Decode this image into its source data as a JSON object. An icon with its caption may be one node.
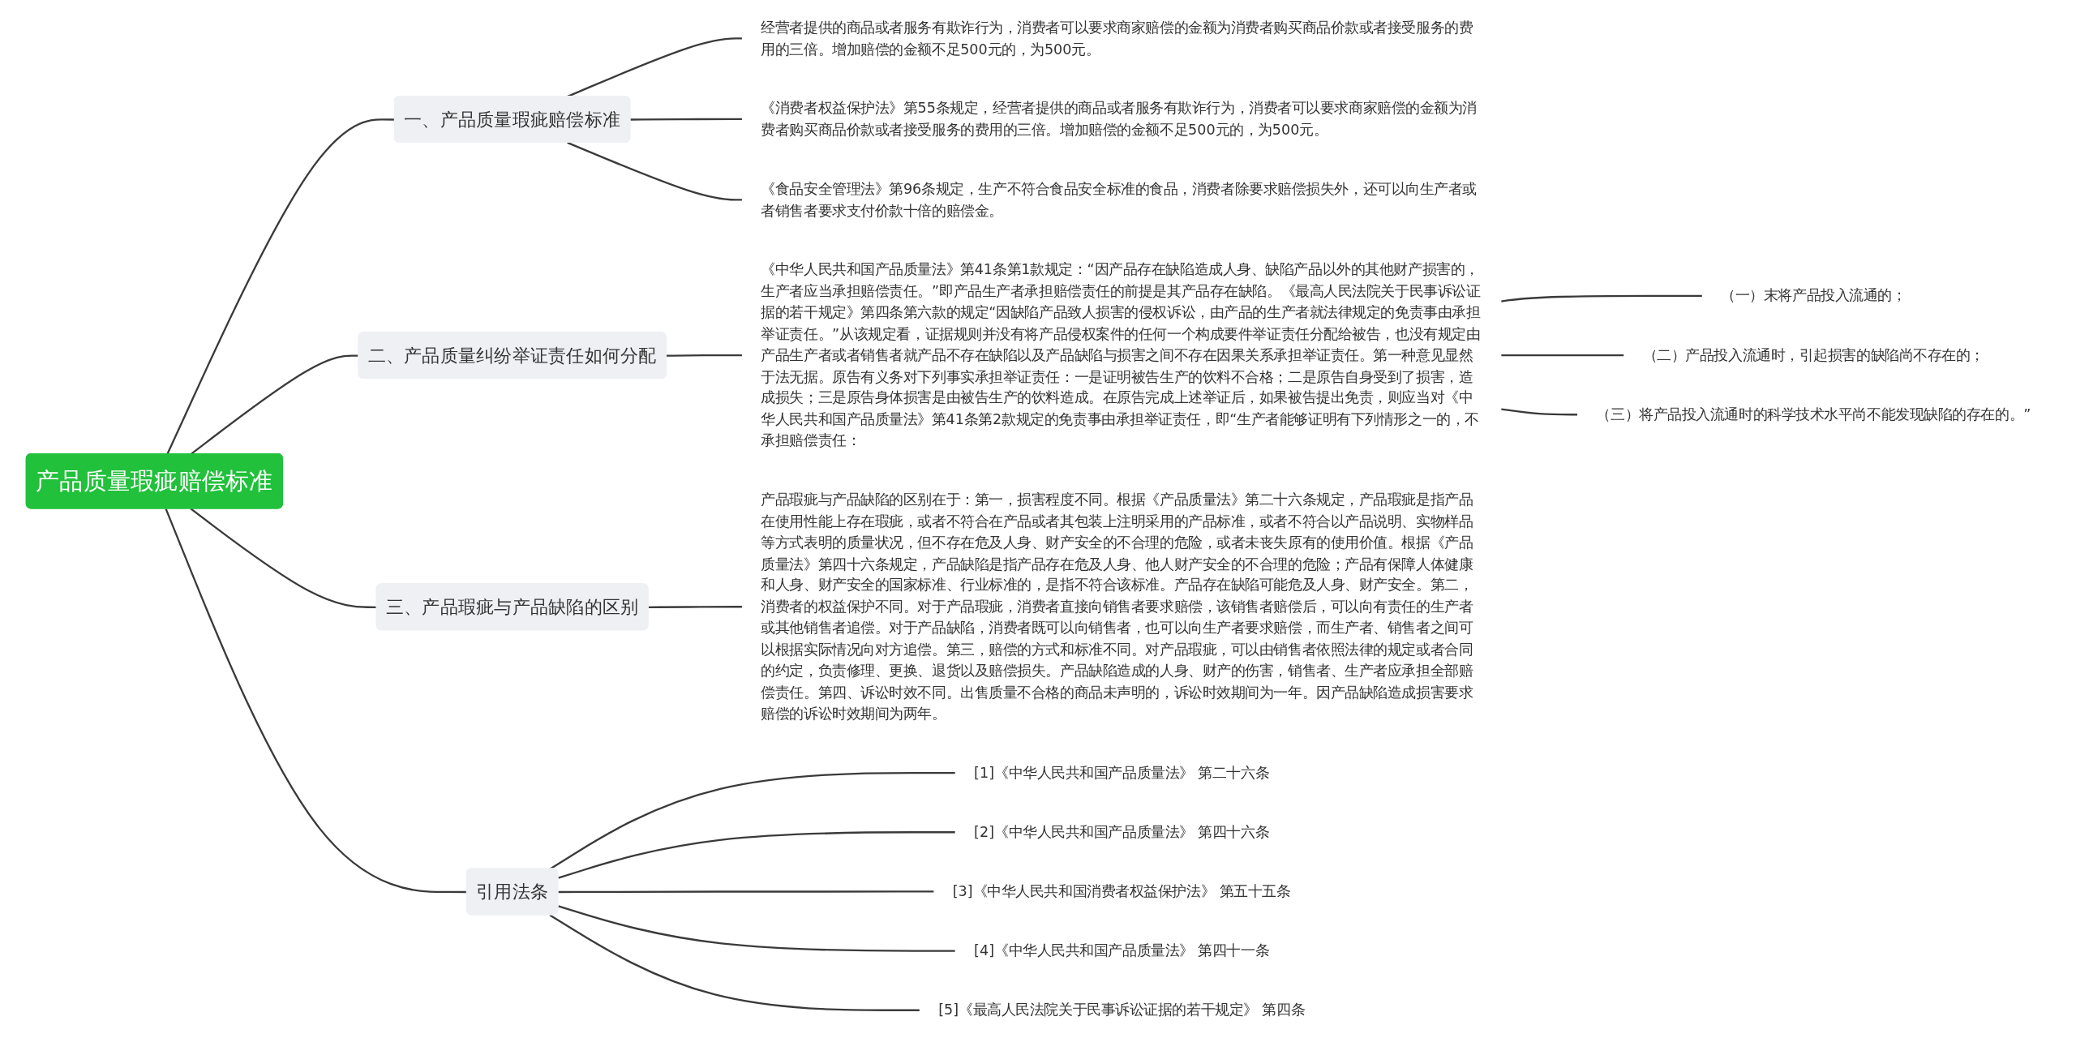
{
  "diagram": {
    "nodes": [
      {
        "text": [
          "产品质量瑕疵赔偿标准"
        ]
      },
      {
        "text": [
          "一、产品质量瑕疵赔偿标准"
        ]
      },
      {
        "text": [
          "经营者提供的商品或者服务有欺诈行为，消费者可以要求商家赔偿的金额为消费者购买商品价款或者接受服务的费用的三倍。增加赔偿的金额不足500元的，为500元。"
        ]
      },
      {
        "text": [
          "《消费者权益保护法》第55条规定，经营者提供的商品或者服务有欺诈行为，消费者可以要求商家赔偿的金额为消费者购买商品价款或者接受服务的费用的三倍。增加赔偿的金额不足500元的，为500元。"
        ]
      },
      {
        "text": [
          "《食品安全管理法》第96条规定，生产不符合食品安全标准的食品，消费者除要求赔偿损失外，还可以向生产者或者销售者要求支付价款十倍的赔偿金。"
        ]
      },
      {
        "text": [
          "二、产品质量纠纷举证责任如何分配"
        ]
      },
      {
        "text": [
          "《中华人民共和国产品质量法》第41条第1款规定：“因产品存在缺陷造成人身、缺陷产品以外的其他财产损害的，生产者应当承担赔偿责任。”即产品生产者承担赔偿责任的前提是其产品存在缺陷。《最高人民法院关于民事诉讼证据的若干规定》第四条第六款的规定“因缺陷产品致人损害的侵权诉讼，由产品的生产者就法律规定的免责事由承担举证责任。”从该规定看，证据规则并没有将产品侵权案件的任何一个构成要件举证责任分配给被告，也没有规定由产品生产者或者销售者就产品不存在缺陷以及产品缺陷与损害之间不存在因果关系承担举证责任。第一种意见显然于法无据。原告有义务对下列事实承担举证责任：一是证明被告生产的饮料不合格；二是原告自身受到了损害，造成损失；三是原告身体损害是由被告生产的饮料造成。在原告完成上述举证后，如果被告提出免责，则应当对《中华人民共和国产品质量法》第41条第2款规定的免责事由承担举证责任，即“生产者能够证明有下列情形之一的，不承担赔偿责任："
        ]
      },
      {
        "text": [
          "（一）末将产品投入流通的；"
        ]
      },
      {
        "text": [
          "（二）产品投入流通时，引起损害的缺陷尚不存在的；"
        ]
      },
      {
        "text": [
          "（三）将产品投入流通时的科学技术水平尚不能发现缺陷的存在的。”"
        ]
      },
      {
        "text": [
          "三、产品瑕疵与产品缺陷的区别"
        ]
      },
      {
        "text": [
          "产品瑕疵与产品缺陷的区别在于：第一，损害程度不同。根据《产品质量法》第二十六条规定，产品瑕疵是指产品在使用性能上存在瑕疵，或者不符合在产品或者其包装上注明采用的产品标准，或者不符合以产品说明、实物样品等方式表明的质量状况，但不存在危及人身、财产安全的不合理的危险，或者未丧失原有的使用价值。根据《产品质量法》第四十六条规定，产品缺陷是指产品存在危及人身、他人财产安全的不合理的危险；产品有保障人体健康和人身、财产安全的国家标准、行业标准的，是指不符合该标准。产品存在缺陷可能危及人身、财产安全。第二，消费者的权益保护不同。对于产品瑕疵，消费者直接向销售者要求赔偿，该销售者赔偿后，可以向有责任的生产者或其他销售者追偿。对于产品缺陷，消费者既可以向销售者，也可以向生产者要求赔偿，而生产者、销售者之间可以根据实际情况向对方追偿。第三，赔偿的方式和标准不同。对产品瑕疵，可以由销售者依照法律的规定或者合同的约定，负责修理、更换、退货以及赔偿损失。产品缺陷造成的人身、财产的伤害，销售者、生产者应承担全部赔偿责任。第四、诉讼时效不同。出售质量不合格的商品未声明的，诉讼时效期间为一年。因产品缺陷造成损害要求赔偿的诉讼时效期间为两年。"
        ]
      },
      {
        "text": [
          "引用法条"
        ]
      },
      {
        "text": [
          "[1]《中华人民共和国产品质量法》 第二十六条"
        ]
      },
      {
        "text": [
          "[2]《中华人民共和国产品质量法》 第四十六条"
        ]
      },
      {
        "text": [
          "[3]《中华人民共和国消费者权益保护法》 第五十五条"
        ]
      },
      {
        "text": [
          "[4]《中华人民共和国产品质量法》 第四十一条"
        ]
      },
      {
        "text": [
          "[5]《最高人民法院关于民事诉讼证据的若干规定》 第四条"
        ]
      }
    ],
    "edges": [
      {
        "from": 0,
        "to": 1,
        "arrow": "none"
      },
      {
        "from": 1,
        "to": 2,
        "arrow": "none"
      },
      {
        "from": 1,
        "to": 3,
        "arrow": "none"
      },
      {
        "from": 1,
        "to": 4,
        "arrow": "none"
      },
      {
        "from": 0,
        "to": 5,
        "arrow": "none"
      },
      {
        "from": 5,
        "to": 6,
        "arrow": "none"
      },
      {
        "from": 6,
        "to": 7,
        "arrow": "none"
      },
      {
        "from": 6,
        "to": 8,
        "arrow": "none"
      },
      {
        "from": 6,
        "to": 9,
        "arrow": "none"
      },
      {
        "from": 0,
        "to": 10,
        "arrow": "none"
      },
      {
        "from": 10,
        "to": 11,
        "arrow": "none"
      },
      {
        "from": 0,
        "to": 12,
        "arrow": "none"
      },
      {
        "from": 12,
        "to": 13,
        "arrow": "none"
      },
      {
        "from": 12,
        "to": 14,
        "arrow": "none"
      },
      {
        "from": 12,
        "to": 15,
        "arrow": "none"
      },
      {
        "from": 12,
        "to": 16,
        "arrow": "none"
      },
      {
        "from": 12,
        "to": 17,
        "arrow": "none"
      }
    ]
  }
}
